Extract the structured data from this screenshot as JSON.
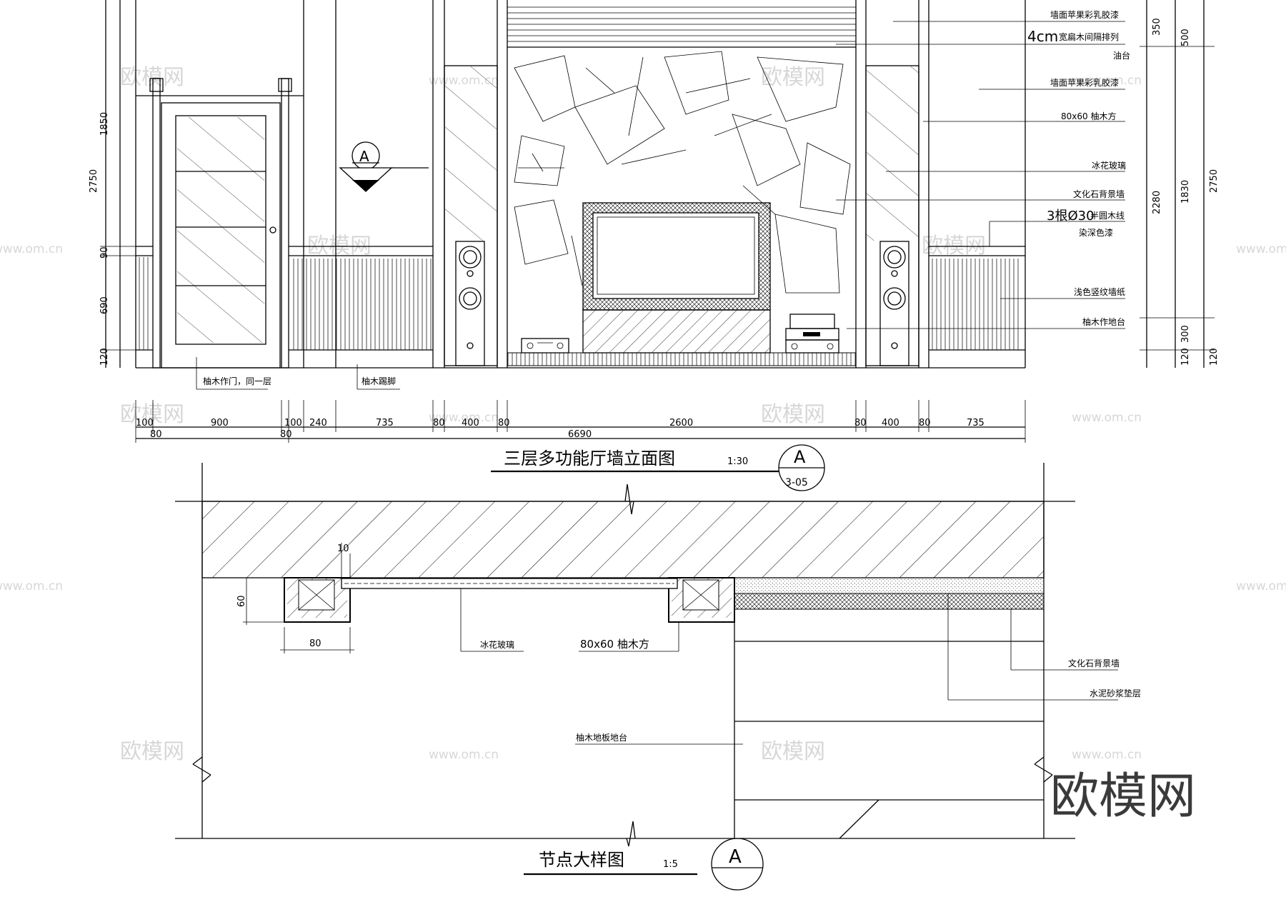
{
  "drawing": {
    "elevation_title": "三层多功能厅墙立面图",
    "elevation_scale": "1:30",
    "elevation_symbol_top": "A",
    "elevation_symbol_bottom": "3-05",
    "section_mark": "A",
    "detail_title": "节点大样图",
    "detail_scale": "1:5",
    "detail_symbol_top": "A"
  },
  "elevation": {
    "left_dims": [
      "2750",
      "1850",
      "90",
      "690",
      "120"
    ],
    "right_dims_inner": [
      "350",
      "2280",
      "300",
      "120"
    ],
    "right_dims_outer": [
      "500",
      "1830",
      "2750",
      "120"
    ],
    "bottom_dims_row1": [
      "100",
      "900",
      "100",
      "240",
      "735",
      "80",
      "400",
      "80",
      "2600",
      "80",
      "400",
      "80",
      "735"
    ],
    "bottom_dims_row2": [
      "80",
      "80",
      "6690"
    ],
    "bottom_notes": [
      "柚木作门，同一层",
      "柚木踢脚"
    ],
    "right_notes": [
      "墙面苹果彩乳胶漆",
      "4cm",
      "宽扁木间隔排列",
      "油台",
      "墙面苹果彩乳胶漆",
      "80x60 柚木方",
      "冰花玻璃",
      "文化石背景墙",
      "3根Ø30",
      "半圆木线",
      "染深色漆",
      "浅色竖纹墙纸",
      "柚木作地台"
    ]
  },
  "detail": {
    "dims": [
      "10",
      "60",
      "80"
    ],
    "notes": [
      "冰花玻璃",
      "80x60 柚木方",
      "文化石背景墙",
      "水泥砂浆垫层",
      "柚木地板地台"
    ]
  },
  "watermark": {
    "brand": "欧模网",
    "url": "www.om.cn"
  }
}
